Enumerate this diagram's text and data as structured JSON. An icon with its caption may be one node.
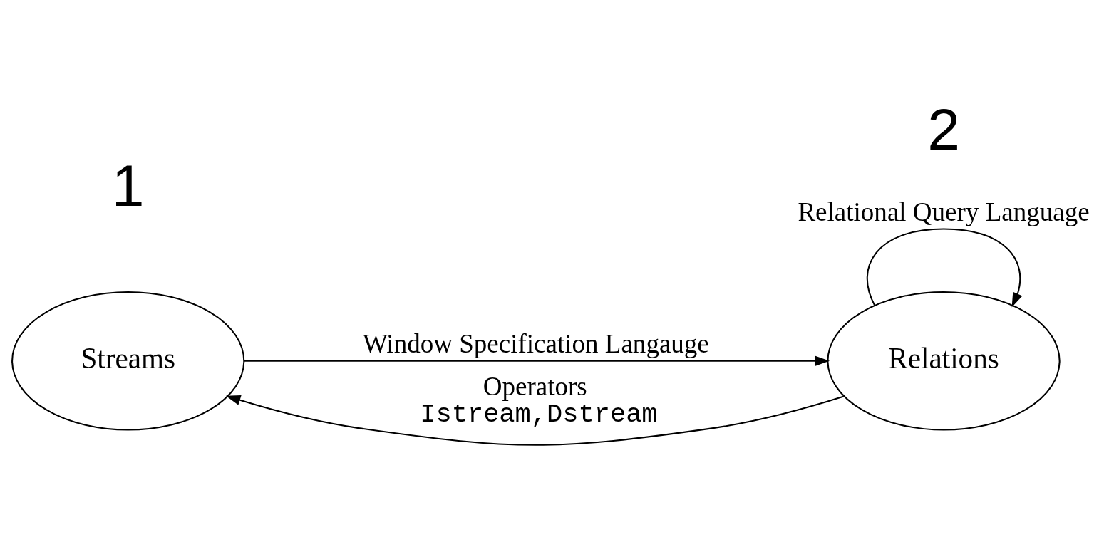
{
  "diagram": {
    "nodes": [
      {
        "text": [
          "Streams"
        ]
      },
      {
        "text": [
          "Relations"
        ]
      }
    ],
    "edges": [
      {
        "from": 0,
        "to": 1,
        "arrow": "to",
        "label": "Window Specification Langauge"
      },
      {
        "from": 1,
        "to": 1,
        "arrow": "to",
        "label": "Relational Query Language"
      },
      {
        "from": 1,
        "to": 0,
        "arrow": "to",
        "label": [
          "Operators",
          "Istream,Dstream"
        ]
      }
    ],
    "labels": [
      "1",
      "2"
    ]
  }
}
